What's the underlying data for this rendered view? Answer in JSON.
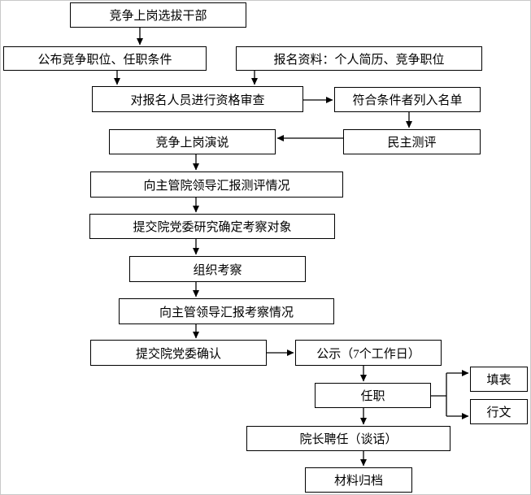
{
  "flowchart": {
    "nodes": {
      "start": {
        "label": "竞争上岗选拔干部"
      },
      "announce": {
        "label": "公布竞争职位、任职条件"
      },
      "materials": {
        "label": "报名资料：个人简历、竞争职位"
      },
      "review": {
        "label": "对报名人员进行资格审查"
      },
      "shortlist": {
        "label": "符合条件者列入名单"
      },
      "speech": {
        "label": "竞争上岗演说"
      },
      "democratic_eval": {
        "label": "民主测评"
      },
      "report_eval": {
        "label": "向主管院领导汇报测评情况"
      },
      "committee_study": {
        "label": "提交院党委研究确定考察对象"
      },
      "organize_inspection": {
        "label": "组织考察"
      },
      "report_inspection": {
        "label": "向主管领导汇报考察情况"
      },
      "committee_confirm": {
        "label": "提交院党委确认"
      },
      "public_notice": {
        "label": "公示（7个工作日）"
      },
      "take_office": {
        "label": "任职"
      },
      "fill_form": {
        "label": "填表"
      },
      "issue_document": {
        "label": "行文"
      },
      "dean_appointment": {
        "label": "院长聘任（谈话）"
      },
      "archive": {
        "label": "材料归档"
      }
    },
    "colors": {
      "line": "#000000",
      "box_background": "#ffffff",
      "text": "#000000",
      "canvas_border": "#c8c8c8"
    }
  }
}
